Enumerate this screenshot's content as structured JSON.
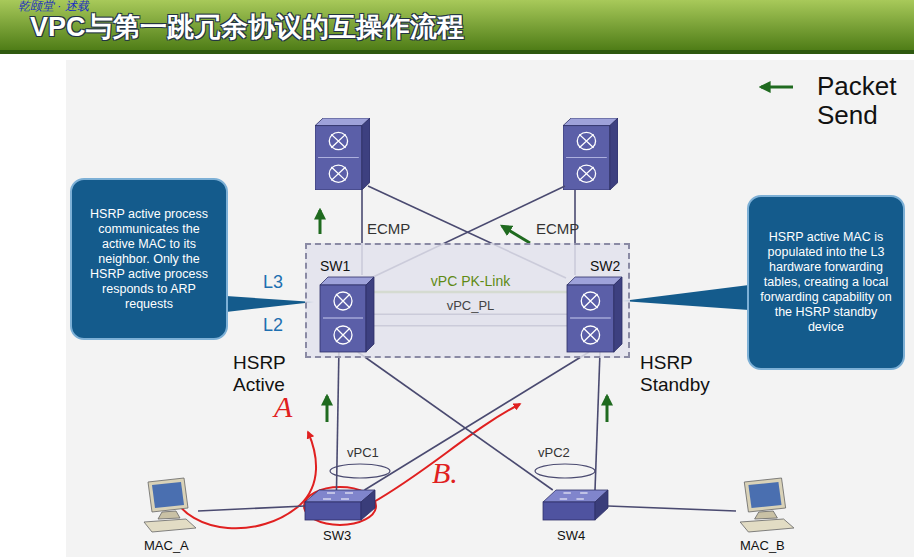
{
  "diagram": {
    "title": "VPC与第一跳冗余协议的互操作流程",
    "nodes": [
      {
        "text": [
          "HSRP active process communicates the active MAC to its neighbor. Only the HSRP active process responds to ARP requests"
        ]
      },
      {
        "text": [
          "L3",
          "L2"
        ]
      },
      {
        "text": [
          "SW1"
        ],
        "in": 1
      },
      {
        "text": [
          "SW2"
        ],
        "in": 1
      },
      {
        "text": [
          "HSRP active MAC is populated into the L3 hardware forwarding tables, creating a local forwarding capability on the HSRP standby device"
        ]
      },
      {
        "text": [
          "SW3"
        ]
      },
      {
        "text": [
          "SW4"
        ]
      },
      {
        "text": [
          "MAC_A"
        ]
      },
      {
        "text": [
          "MAC_B"
        ]
      }
    ],
    "edges": [
      {
        "from": 2,
        "to": 3,
        "label": "vPC PK-Link",
        "arrow": "none"
      },
      {
        "from": 2,
        "to": 3,
        "label": "vPC_PL",
        "arrow": "none"
      },
      {
        "from": 5,
        "to": 2,
        "arrow": "none"
      },
      {
        "from": 5,
        "to": 3,
        "arrow": "none"
      },
      {
        "from": 6,
        "to": 2,
        "arrow": "none"
      },
      {
        "from": 6,
        "to": 3,
        "arrow": "none"
      },
      {
        "from": 7,
        "to": 5,
        "arrow": "none"
      },
      {
        "from": 8,
        "to": 6,
        "arrow": "none"
      }
    ],
    "labels": [
      "乾颐堂 · 述载",
      "ECMP",
      "ECMP",
      "HSRP Active",
      "HSRP Standby",
      "vPC1",
      "vPC2",
      "A",
      "B."
    ],
    "legend": [
      {
        "text": "Packet Send"
      }
    ]
  }
}
